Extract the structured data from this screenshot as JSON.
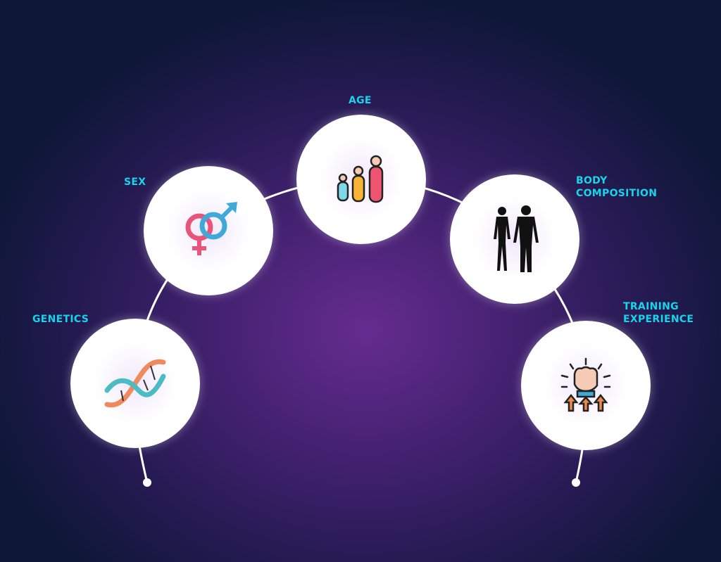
{
  "factors": [
    {
      "label": "GENETICS",
      "icon": "dna-icon"
    },
    {
      "label": "SEX",
      "icon": "gender-symbols-icon"
    },
    {
      "label": "AGE",
      "icon": "family-ages-icon"
    },
    {
      "label": "BODY COMPOSITION",
      "label_lines": [
        "BODY",
        "COMPOSITION"
      ],
      "icon": "body-silhouettes-icon"
    },
    {
      "label": "TRAINING EXPERIENCE",
      "label_lines": [
        "TRAINING",
        "EXPERIENCE"
      ],
      "icon": "raised-fist-arrows-icon"
    }
  ],
  "colors": {
    "label": "#19d3ea",
    "background": "#221a4f",
    "accent": "#652c8f"
  }
}
